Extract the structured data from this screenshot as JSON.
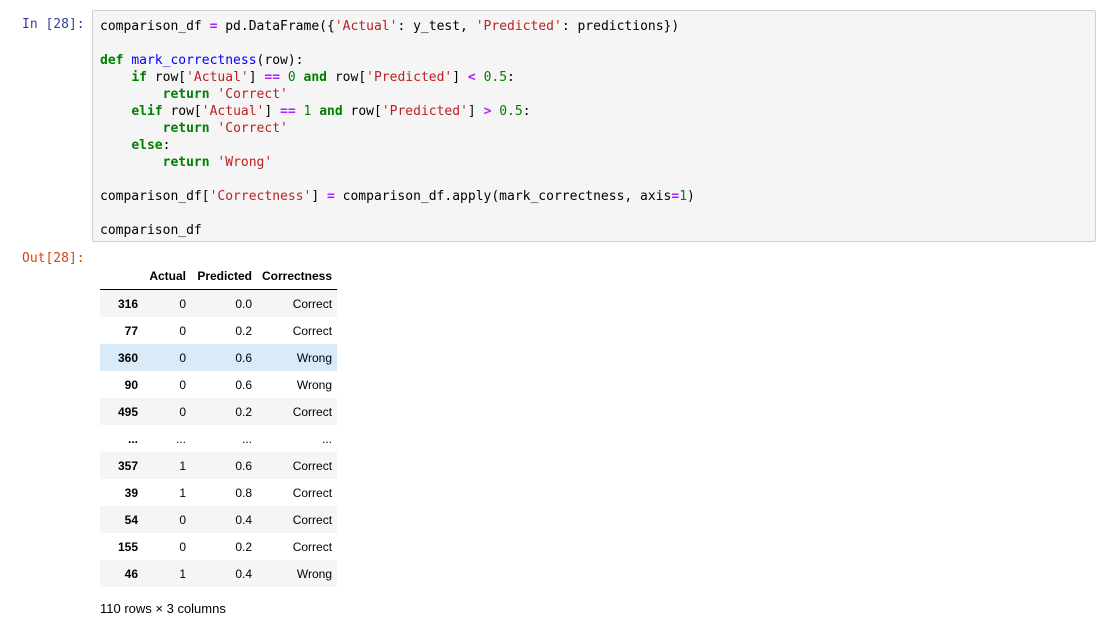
{
  "cell": {
    "in_prompt": "In [28]:",
    "out_prompt": "Out[28]:",
    "code_lines": [
      [
        [
          "t",
          "comparison_df "
        ],
        [
          "op",
          "="
        ],
        [
          "t",
          " pd.DataFrame({"
        ],
        [
          "str",
          "'Actual'"
        ],
        [
          "t",
          ": y_test, "
        ],
        [
          "str",
          "'Predicted'"
        ],
        [
          "t",
          ": predictions})"
        ]
      ],
      [],
      [
        [
          "kw",
          "def"
        ],
        [
          "t",
          " "
        ],
        [
          "fn",
          "mark_correctness"
        ],
        [
          "t",
          "(row):"
        ]
      ],
      [
        [
          "t",
          "    "
        ],
        [
          "kw",
          "if"
        ],
        [
          "t",
          " row["
        ],
        [
          "str",
          "'Actual'"
        ],
        [
          "t",
          "] "
        ],
        [
          "op",
          "=="
        ],
        [
          "t",
          " "
        ],
        [
          "num",
          "0"
        ],
        [
          "t",
          " "
        ],
        [
          "kw",
          "and"
        ],
        [
          "t",
          " row["
        ],
        [
          "str",
          "'Predicted'"
        ],
        [
          "t",
          "] "
        ],
        [
          "op",
          "<"
        ],
        [
          "t",
          " "
        ],
        [
          "num",
          "0.5"
        ],
        [
          "t",
          ":"
        ]
      ],
      [
        [
          "t",
          "        "
        ],
        [
          "kw",
          "return"
        ],
        [
          "t",
          " "
        ],
        [
          "str",
          "'Correct'"
        ]
      ],
      [
        [
          "t",
          "    "
        ],
        [
          "kw",
          "elif"
        ],
        [
          "t",
          " row["
        ],
        [
          "str",
          "'Actual'"
        ],
        [
          "t",
          "] "
        ],
        [
          "op",
          "=="
        ],
        [
          "t",
          " "
        ],
        [
          "num",
          "1"
        ],
        [
          "t",
          " "
        ],
        [
          "kw",
          "and"
        ],
        [
          "t",
          " row["
        ],
        [
          "str",
          "'Predicted'"
        ],
        [
          "t",
          "] "
        ],
        [
          "op",
          ">"
        ],
        [
          "t",
          " "
        ],
        [
          "num",
          "0.5"
        ],
        [
          "t",
          ":"
        ]
      ],
      [
        [
          "t",
          "        "
        ],
        [
          "kw",
          "return"
        ],
        [
          "t",
          " "
        ],
        [
          "str",
          "'Correct'"
        ]
      ],
      [
        [
          "t",
          "    "
        ],
        [
          "kw",
          "else"
        ],
        [
          "t",
          ":"
        ]
      ],
      [
        [
          "t",
          "        "
        ],
        [
          "kw",
          "return"
        ],
        [
          "t",
          " "
        ],
        [
          "str",
          "'Wrong'"
        ]
      ],
      [],
      [
        [
          "t",
          "comparison_df["
        ],
        [
          "str",
          "'Correctness'"
        ],
        [
          "t",
          "] "
        ],
        [
          "op",
          "="
        ],
        [
          "t",
          " comparison_df.apply(mark_correctness, axis"
        ],
        [
          "op",
          "="
        ],
        [
          "num",
          "1"
        ],
        [
          "t",
          ")"
        ]
      ],
      [],
      [
        [
          "t",
          "comparison_df"
        ]
      ]
    ]
  },
  "table": {
    "headers": [
      "",
      "Actual",
      "Predicted",
      "Correctness"
    ],
    "rows": [
      [
        "316",
        "0",
        "0.0",
        "Correct"
      ],
      [
        "77",
        "0",
        "0.2",
        "Correct"
      ],
      [
        "360",
        "0",
        "0.6",
        "Wrong"
      ],
      [
        "90",
        "0",
        "0.6",
        "Wrong"
      ],
      [
        "495",
        "0",
        "0.2",
        "Correct"
      ],
      [
        "...",
        "...",
        "...",
        "..."
      ],
      [
        "357",
        "1",
        "0.6",
        "Correct"
      ],
      [
        "39",
        "1",
        "0.8",
        "Correct"
      ],
      [
        "54",
        "0",
        "0.4",
        "Correct"
      ],
      [
        "155",
        "0",
        "0.2",
        "Correct"
      ],
      [
        "46",
        "1",
        "0.4",
        "Wrong"
      ]
    ],
    "hover_row": 2,
    "shape_text": "110 rows × 3 columns"
  }
}
